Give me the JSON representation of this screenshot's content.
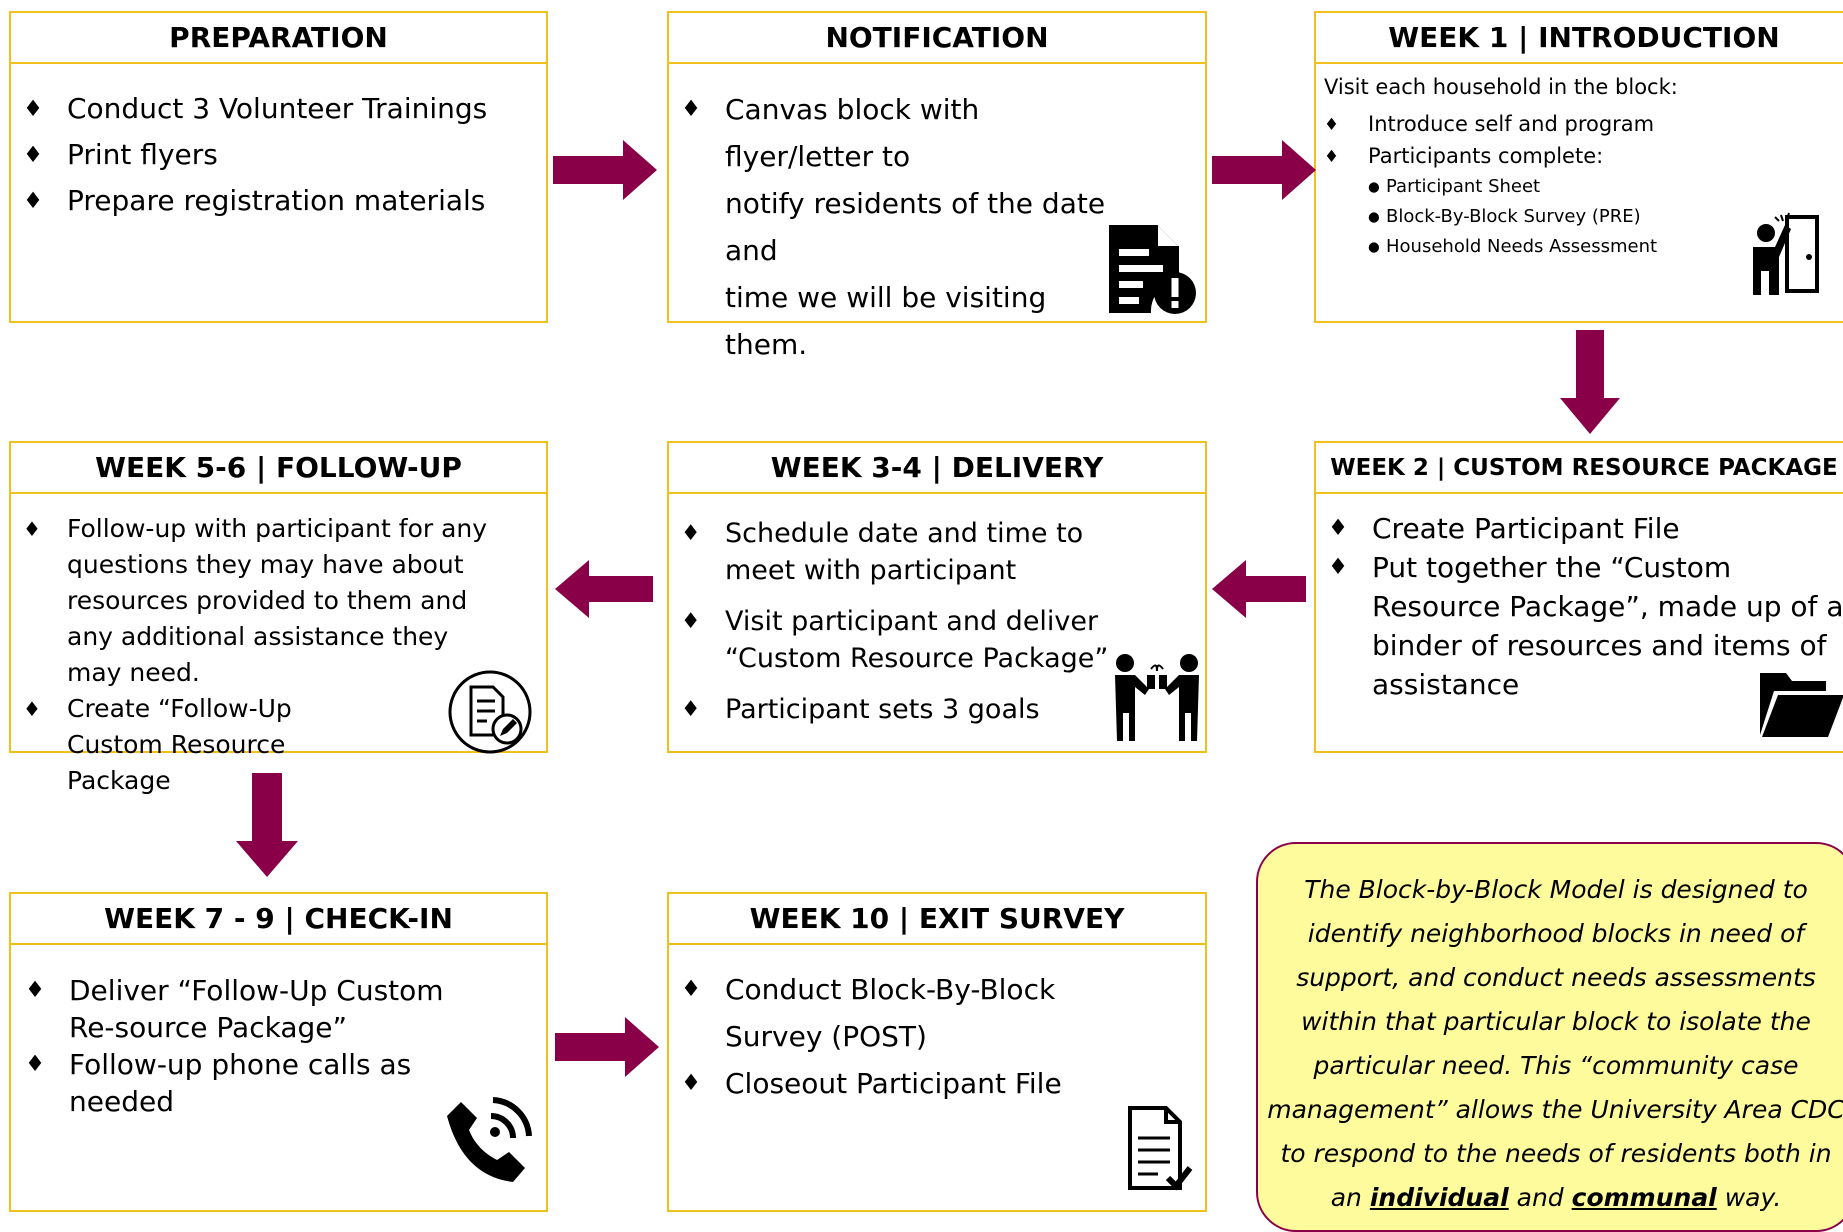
{
  "colors": {
    "box_border": "#f0c01c",
    "arrow": "#8a0048",
    "note_bg": "#fdfb9b"
  },
  "boxes": {
    "preparation": {
      "title": "PREPARATION",
      "items": [
        "Conduct 3 Volunteer Trainings",
        "Print flyers",
        "Prepare registration materials"
      ]
    },
    "notification": {
      "title": "NOTIFICATION",
      "line1": "Canvas block with flyer/letter to",
      "line2": "notify residents of the date and",
      "line3": "time  we will be visiting",
      "line4": "them.",
      "icon": "document-alert-icon"
    },
    "week1": {
      "title": "WEEK 1 | INTRODUCTION",
      "intro": "Visit each household in the block:",
      "items": [
        "Introduce self and program",
        "Participants complete:"
      ],
      "subitems": [
        "Participant Sheet",
        "Block-By-Block Survey (PRE)",
        "Household Needs Assessment"
      ],
      "icon": "door-knock-icon"
    },
    "week2": {
      "title": "WEEK 2 | CUSTOM RESOURCE PACKAGE",
      "items": [
        "Create Participant File",
        "Put together the “Custom Resource Package”, made up of a binder of resources and items of assistance"
      ],
      "icon": "folder-icon"
    },
    "week34": {
      "title": "WEEK 3-4 | DELIVERY",
      "items": [
        "Schedule date and time to meet with participant",
        "Visit participant and deliver “Custom Resource Package”",
        "Participant sets 3 goals"
      ],
      "icon": "gift-handover-icon"
    },
    "week56": {
      "title": "WEEK 5-6 | FOLLOW-UP",
      "items": [
        "Follow-up with participant for any questions they may have about resources provided to them and any additional assistance they may need.",
        "Create “Follow-Up Custom Resource Package"
      ],
      "icon": "document-edit-icon"
    },
    "week79": {
      "title": "WEEK 7 - 9 | CHECK-IN",
      "items": [
        "Deliver “Follow-Up Custom Re-source Package”",
        "Follow-up phone calls as needed"
      ],
      "icon": "phone-call-icon"
    },
    "week10": {
      "title": "WEEK 10 | EXIT SURVEY",
      "items": [
        "Conduct Block-By-Block Survey (POST)",
        "Closeout Participant File"
      ],
      "icon": "checklist-icon"
    }
  },
  "note": {
    "text_part1": "The Block-by-Block Model is designed to identify neighborhood blocks in need of support, and conduct needs assessments within that particular block to isolate the particular need. This “community case management” allows the University Area CDC to respond to the needs of residents both in an ",
    "emph1": "individual",
    "text_part2": " and ",
    "emph2": "communal",
    "text_part3": " way."
  }
}
